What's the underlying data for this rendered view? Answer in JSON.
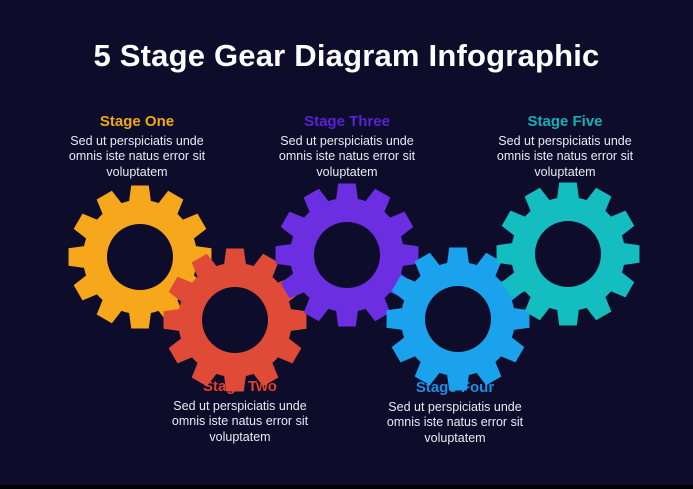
{
  "title": "5 Stage Gear Diagram Infographic",
  "colors": {
    "background": "#0D0D2B",
    "title_text": "#FFFFFF",
    "body_text": "#E8EAF2",
    "bottom_edge": "#000000"
  },
  "stages": [
    {
      "label": "Stage One",
      "description": "Sed ut perspiciatis unde\nomnis iste natus error sit\nvoluptatem",
      "label_color": "#F2A714",
      "gear_color": "#F7A71B",
      "text_position": "top"
    },
    {
      "label": "Stage Two",
      "description": "Sed ut perspiciatis unde\nomnis iste natus error sit\nvoluptatem",
      "label_color": "#E2402A",
      "gear_color": "#E04B37",
      "text_position": "bottom"
    },
    {
      "label": "Stage Three",
      "description": "Sed ut perspiciatis unde\nomnis iste natus error sit\nvoluptatem",
      "label_color": "#5B21D6",
      "gear_color": "#6B2EE0",
      "text_position": "top"
    },
    {
      "label": "Stage Four",
      "description": "Sed ut perspiciatis unde\nomnis iste natus error sit\nvoluptatem",
      "label_color": "#1C8FE3",
      "gear_color": "#1AA3EC",
      "text_position": "bottom"
    },
    {
      "label": "Stage Five",
      "description": "Sed ut perspiciatis unde\nomnis iste natus error sit\nvoluptatem",
      "label_color": "#16AFB8",
      "gear_color": "#14BDBF",
      "text_position": "top"
    }
  ]
}
